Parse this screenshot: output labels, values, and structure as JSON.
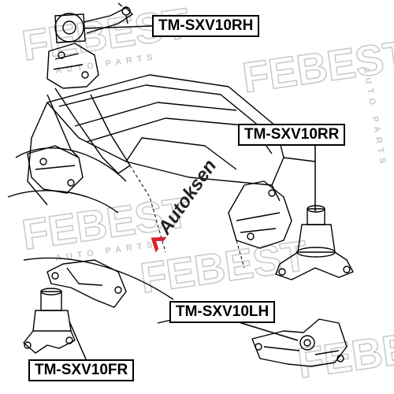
{
  "labels": {
    "rh": "TM-SXV10RH",
    "rr": "TM-SXV10RR",
    "lh": "TM-SXV10LH",
    "fr": "TM-SXV10FR"
  },
  "watermarks": {
    "brand": "FEBEST",
    "tagline": "AUTO PARTS",
    "overlay": "Autoksen"
  },
  "colors": {
    "line": "#000000",
    "watermark": "#c9c9c9",
    "overlay_red": "#d9232a",
    "overlay_text": "#222222"
  }
}
